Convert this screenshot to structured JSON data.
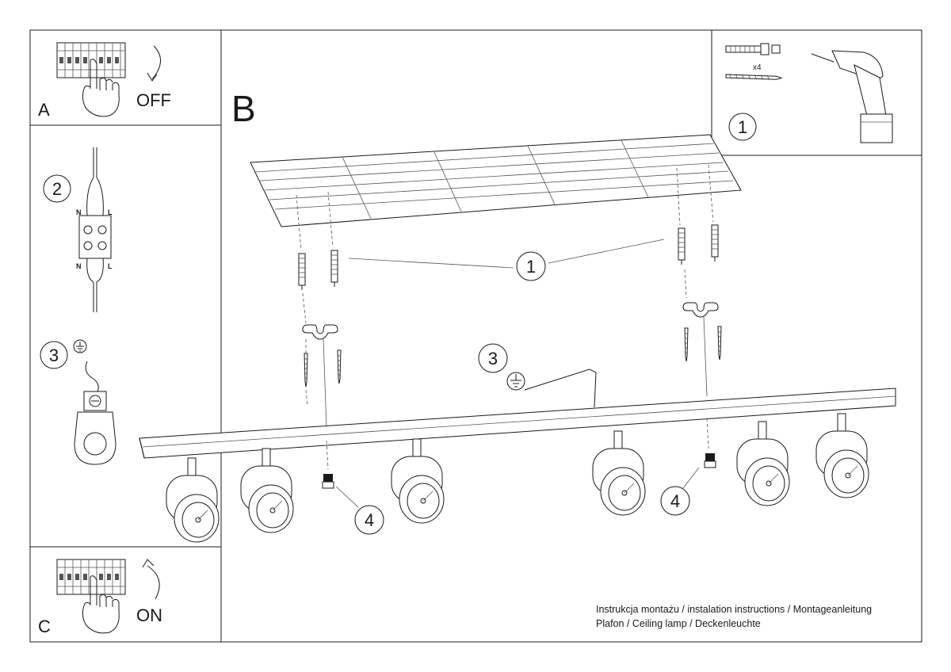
{
  "panels": {
    "a": {
      "letter": "A",
      "text": "OFF"
    },
    "b": {
      "letter": "B"
    },
    "c": {
      "letter": "C",
      "text": "ON"
    }
  },
  "sidebar": {
    "step2": {
      "number": "2",
      "wire_n": "N",
      "wire_l": "L"
    },
    "step3": {
      "number": "3"
    }
  },
  "tools": {
    "number": "1",
    "quantity": "x4"
  },
  "callouts": {
    "one": "1",
    "three": "3",
    "four_left": "4",
    "four_right": "4"
  },
  "caption": {
    "line1": "Instrukcja montażu / instalation instructions / Montageanleitung",
    "line2": "Plafon / Ceiling lamp / Deckenleuchte"
  }
}
